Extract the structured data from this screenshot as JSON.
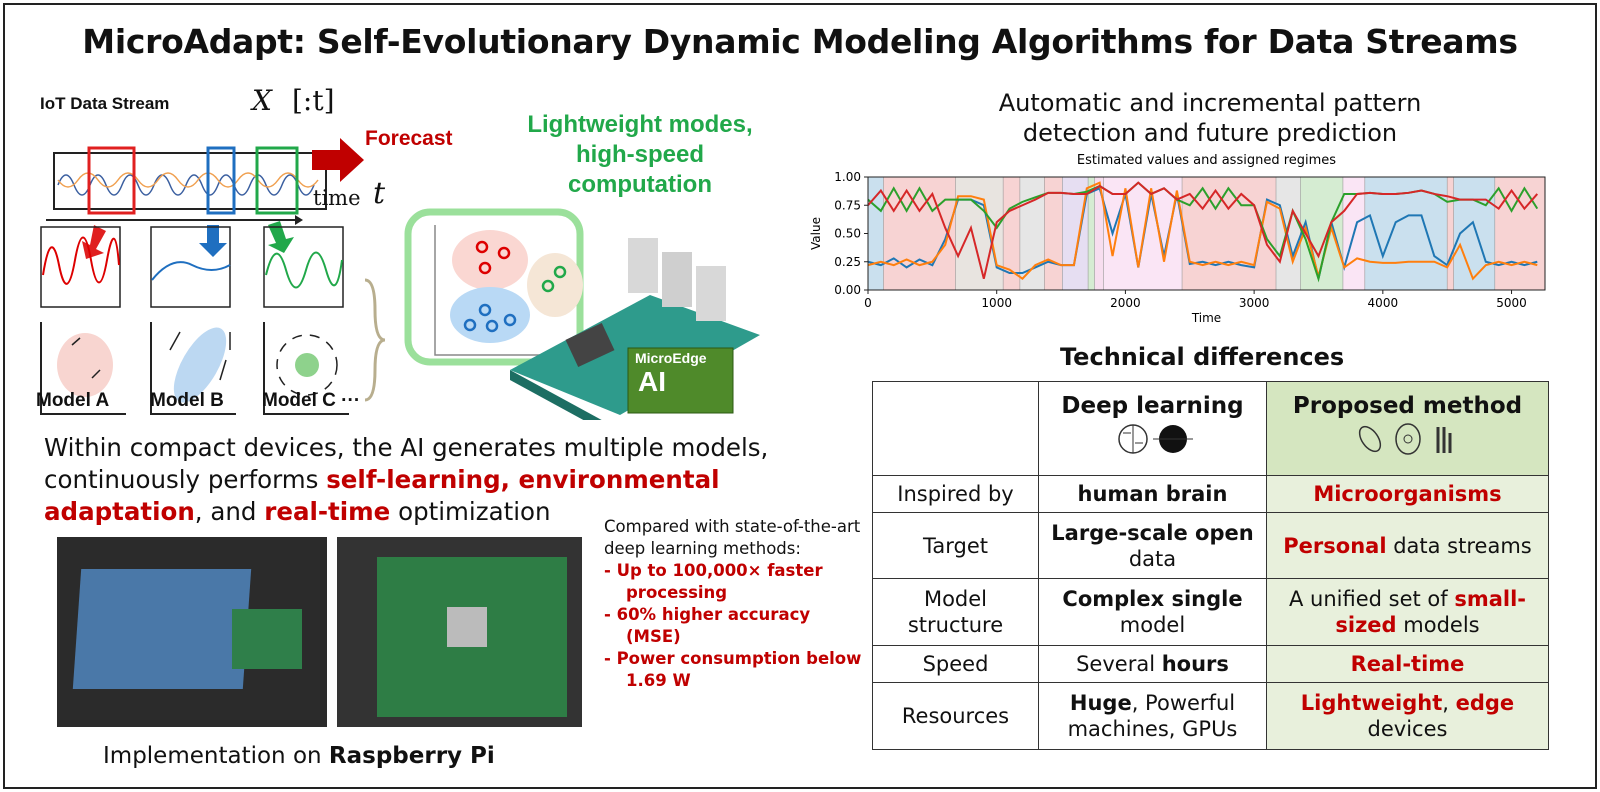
{
  "title": "MicroAdapt: Self-Evolutionary Dynamic Modeling Algorithms for Data Streams",
  "left": {
    "stream_label": "IoT Data Stream",
    "stream_symbol": "X",
    "stream_index": "[:t]",
    "forecast": "Forecast",
    "time_label": "time",
    "time_symbol": "t",
    "models": [
      "Model A",
      "Model B",
      "Model C ···"
    ],
    "green_caption": [
      "Lightweight modes,",
      "high-speed",
      "computation"
    ],
    "badge": [
      "MicroEdge",
      "AI"
    ],
    "description": [
      {
        "t": "Within compact devices, the AI generates multiple models, continuously performs ",
        "b": false
      },
      {
        "t": "self-learning, environmental adaptation",
        "b": true
      },
      {
        "t": ", and ",
        "b": false
      },
      {
        "t": "real-time",
        "b": true
      },
      {
        "t": " optimization",
        "b": false
      }
    ],
    "implementation_prefix": "Implementation on ",
    "implementation_bold": "Raspberry Pi",
    "comparison_intro": "Compared with state-of-the-art deep learning methods:",
    "comparison_items": [
      "Up to 100,000× faster processing",
      "60% higher accuracy (MSE)",
      "Power consumption below 1.69 W"
    ]
  },
  "colors": {
    "red": "#c00000",
    "green": "#21a84a",
    "blue": "#1f77b4",
    "orange": "#ff7f0e",
    "mpl_green": "#2ca02c",
    "mpl_red": "#d62728",
    "table_green": "#e8f0dc"
  },
  "chart_heading": [
    "Automatic and incremental pattern",
    "detection and future prediction"
  ],
  "chart_data": {
    "type": "line",
    "title": "Estimated values and assigned regimes",
    "xlabel": "Time",
    "ylabel": "Value",
    "xlim": [
      0,
      5260
    ],
    "ylim": [
      0,
      1
    ],
    "xticks": [
      0,
      1000,
      2000,
      3000,
      4000,
      5000
    ],
    "yticks": [
      "0.00",
      "0.25",
      "0.50",
      "0.75",
      "1.00"
    ],
    "x": [
      0,
      100,
      200,
      300,
      400,
      500,
      600,
      700,
      800,
      900,
      1000,
      1100,
      1200,
      1300,
      1400,
      1500,
      1600,
      1700,
      1800,
      1900,
      2000,
      2100,
      2200,
      2300,
      2400,
      2500,
      2600,
      2700,
      2800,
      2900,
      3000,
      3100,
      3200,
      3300,
      3400,
      3500,
      3600,
      3700,
      3800,
      3900,
      4000,
      4100,
      4200,
      4300,
      4400,
      4500,
      4600,
      4700,
      4800,
      4900,
      5000,
      5100,
      5200
    ],
    "series": [
      {
        "color": "#1f77b4",
        "values": [
          0.25,
          0.22,
          0.28,
          0.2,
          0.27,
          0.22,
          0.45,
          0.8,
          0.8,
          0.75,
          0.2,
          0.15,
          0.15,
          0.2,
          0.25,
          0.22,
          0.22,
          0.85,
          0.9,
          0.5,
          0.85,
          0.2,
          0.85,
          0.3,
          0.85,
          0.23,
          0.25,
          0.22,
          0.25,
          0.22,
          0.2,
          0.8,
          0.75,
          0.3,
          0.6,
          0.1,
          0.6,
          0.2,
          0.6,
          0.66,
          0.3,
          0.6,
          0.66,
          0.66,
          0.3,
          0.22,
          0.5,
          0.6,
          0.25,
          0.22,
          0.25,
          0.22,
          0.25
        ]
      },
      {
        "color": "#ff7f0e",
        "values": [
          0.22,
          0.25,
          0.22,
          0.27,
          0.22,
          0.25,
          0.4,
          0.83,
          0.83,
          0.8,
          0.22,
          0.18,
          0.1,
          0.22,
          0.27,
          0.22,
          0.22,
          0.9,
          0.95,
          0.3,
          0.9,
          0.2,
          0.9,
          0.25,
          0.88,
          0.25,
          0.22,
          0.25,
          0.22,
          0.25,
          0.22,
          0.78,
          0.72,
          0.25,
          0.55,
          0.12,
          0.55,
          0.2,
          0.28,
          0.25,
          0.24,
          0.24,
          0.25,
          0.25,
          0.25,
          0.2,
          0.4,
          0.1,
          0.22,
          0.25,
          0.22,
          0.25,
          0.22
        ]
      },
      {
        "color": "#2ca02c",
        "values": [
          0.8,
          0.7,
          0.9,
          0.7,
          0.9,
          0.7,
          0.8,
          0.8,
          0.8,
          0.7,
          0.55,
          0.72,
          0.78,
          0.82,
          0.86,
          0.86,
          0.85,
          0.87,
          0.92,
          0.85,
          0.85,
          0.95,
          0.85,
          0.9,
          0.8,
          0.75,
          0.9,
          0.72,
          0.9,
          0.75,
          0.75,
          0.45,
          0.3,
          0.7,
          0.45,
          0.1,
          0.6,
          0.85,
          0.85,
          0.86,
          0.85,
          0.85,
          0.86,
          0.88,
          0.85,
          0.78,
          0.8,
          0.8,
          0.75,
          0.9,
          0.7,
          0.9,
          0.72
        ]
      },
      {
        "color": "#d62728",
        "values": [
          0.75,
          0.88,
          0.7,
          0.88,
          0.7,
          0.85,
          0.55,
          0.3,
          0.55,
          0.1,
          0.6,
          0.7,
          0.75,
          0.8,
          0.86,
          0.86,
          0.85,
          0.85,
          0.92,
          0.85,
          0.85,
          0.95,
          0.85,
          0.9,
          0.8,
          0.85,
          0.72,
          0.88,
          0.72,
          0.85,
          0.75,
          0.4,
          0.25,
          0.7,
          0.5,
          0.3,
          0.6,
          0.7,
          0.85,
          0.86,
          0.85,
          0.85,
          0.86,
          0.88,
          0.85,
          0.83,
          0.8,
          0.8,
          0.8,
          0.72,
          0.88,
          0.72,
          0.85
        ]
      }
    ],
    "regimes": [
      [
        0,
        120,
        "#a6cbe3"
      ],
      [
        120,
        680,
        "#f2b6b6"
      ],
      [
        680,
        1050,
        "#d9d2cc"
      ],
      [
        1050,
        1180,
        "#f2b6b6"
      ],
      [
        1180,
        1370,
        "#d6d6d6"
      ],
      [
        1370,
        1510,
        "#f2b6b6"
      ],
      [
        1510,
        1710,
        "#d5c8ea"
      ],
      [
        1710,
        1760,
        "#b9e0b4"
      ],
      [
        1760,
        1830,
        "#f2c8e4"
      ],
      [
        1830,
        2440,
        "#f6d3ee"
      ],
      [
        2440,
        3170,
        "#f2b6b6"
      ],
      [
        3170,
        3360,
        "#d6d6d6"
      ],
      [
        3360,
        3690,
        "#b9e0b4"
      ],
      [
        3690,
        3860,
        "#f6d3ee"
      ],
      [
        3860,
        4500,
        "#a6cbe3"
      ],
      [
        4500,
        4550,
        "#f2b6b6"
      ],
      [
        4550,
        4870,
        "#a6cbe3"
      ],
      [
        4870,
        5260,
        "#f2b6b6"
      ]
    ]
  },
  "table": {
    "heading": "Technical differences",
    "columns": [
      "",
      "Deep learning",
      "Proposed method"
    ],
    "rows": [
      {
        "label": "Inspired by",
        "dl": [
          [
            "human brain",
            true
          ]
        ],
        "pm": [
          [
            "Microorganisms",
            true
          ]
        ]
      },
      {
        "label": "Target",
        "dl": [
          [
            "Large-scale open",
            true
          ],
          [
            " data",
            false
          ]
        ],
        "pm": [
          [
            "Personal",
            true
          ],
          [
            " data streams",
            false
          ]
        ]
      },
      {
        "label": "Model structure",
        "dl": [
          [
            "Complex single",
            true
          ],
          [
            " model",
            false
          ]
        ],
        "pm": [
          [
            "A unified set of ",
            false
          ],
          [
            "small-sized",
            true
          ],
          [
            " models",
            false
          ]
        ]
      },
      {
        "label": "Speed",
        "dl": [
          [
            "Several ",
            false
          ],
          [
            "hours",
            true
          ]
        ],
        "pm": [
          [
            "Real-time",
            true
          ]
        ]
      },
      {
        "label": "Resources",
        "dl": [
          [
            "Huge",
            true
          ],
          [
            ", Powerful machines, GPUs",
            false
          ]
        ],
        "pm": [
          [
            "Lightweight",
            true
          ],
          [
            ", ",
            false
          ],
          [
            "edge",
            true
          ],
          [
            " devices",
            false
          ]
        ]
      }
    ]
  }
}
